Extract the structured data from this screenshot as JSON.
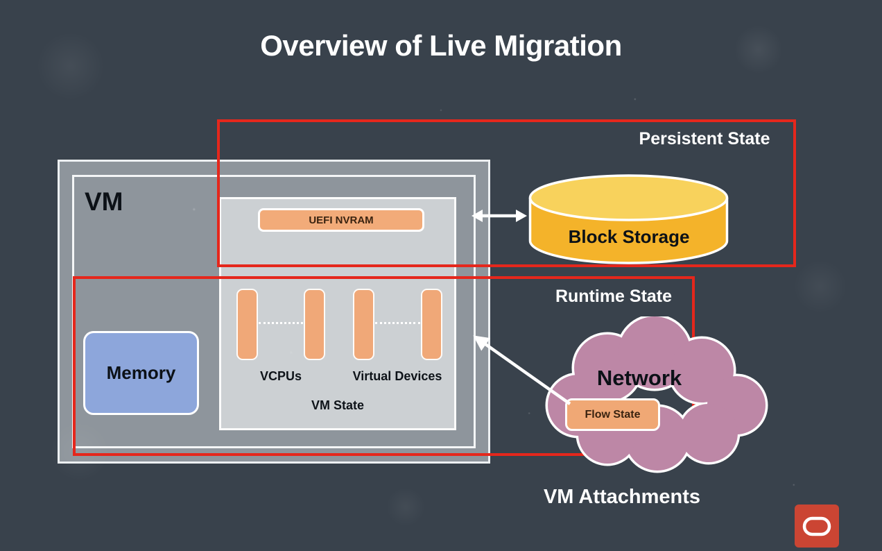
{
  "title": "Overview of Live Migration",
  "regions": {
    "persistent_state": {
      "label": "Persistent State",
      "border_color": "#e5271c"
    },
    "runtime_state": {
      "label": "Runtime State",
      "border_color": "#e5271c"
    }
  },
  "vm": {
    "label": "VM",
    "memory": {
      "label": "Memory",
      "color": "#8da6db"
    },
    "state_box": {
      "label": "VM State",
      "uefi_nvram": {
        "label": "UEFI NVRAM",
        "color": "#f2ab79"
      },
      "vcpus": {
        "label": "VCPUs",
        "bar_count": 2
      },
      "virtual_devices": {
        "label": "Virtual Devices",
        "bar_count": 2
      }
    }
  },
  "block_storage": {
    "label": "Block Storage",
    "color_top": "#f8d25c",
    "color_body": "#f4b32a"
  },
  "network": {
    "label": "Network",
    "color": "#bd87a6",
    "flow_state": {
      "label": "Flow State",
      "color": "#f0a875"
    }
  },
  "footer": {
    "vm_attachments_label": "VM Attachments"
  },
  "logo": {
    "name": "oracle-logo",
    "color": "#cb4533"
  }
}
